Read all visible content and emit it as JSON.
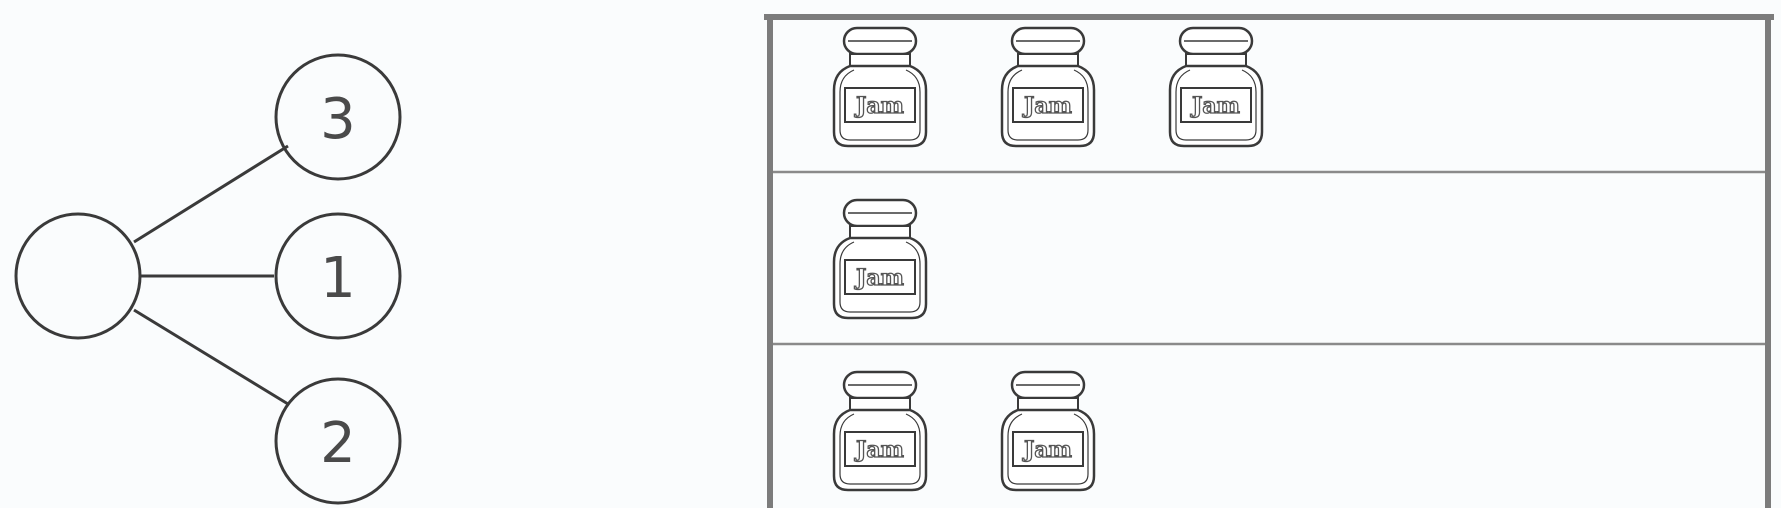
{
  "number_bond": {
    "whole": "",
    "parts": [
      "3",
      "1",
      "2"
    ]
  },
  "jar_table": {
    "jar_label": "Jam",
    "rows": [
      {
        "jar_count": 3
      },
      {
        "jar_count": 1
      },
      {
        "jar_count": 2
      }
    ]
  },
  "colors": {
    "ink": "#3a3a3a",
    "frame": "#7c7c7c",
    "background": "#fafcfd"
  }
}
